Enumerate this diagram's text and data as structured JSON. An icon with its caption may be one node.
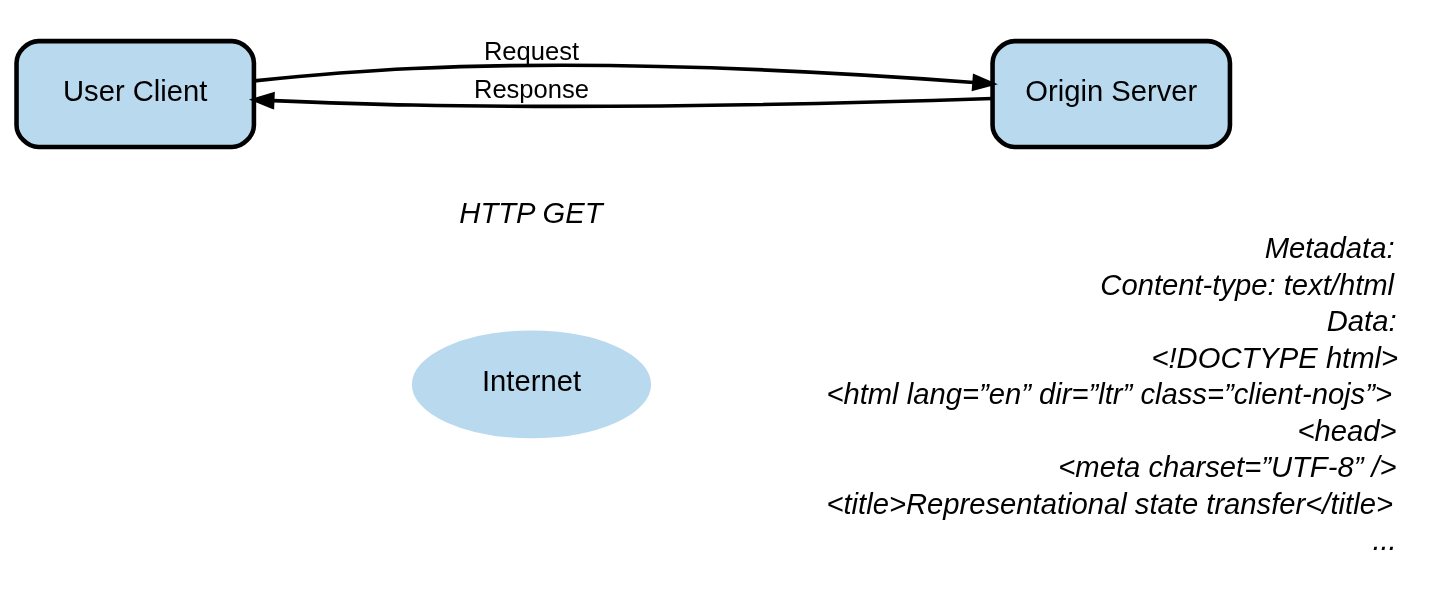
{
  "diagram": {
    "nodes": [
      {
        "text": [
          "User Client"
        ]
      },
      {
        "text": [
          "Internet"
        ]
      },
      {
        "text": [
          "Origin Server"
        ]
      }
    ],
    "edges": [
      {
        "from": 0,
        "to": 2,
        "arrow": "to",
        "label": "Request"
      },
      {
        "from": 2,
        "to": 0,
        "arrow": "to",
        "label": "Response"
      }
    ],
    "labels": [
      "HTTP GET",
      "Metadata:",
      "Content-type: text/html",
      "Data:",
      "<!DOCTYPE html>",
      "<html lang=”en” dir=”ltr” class=”client-nojs”>",
      "<head>",
      "<meta charset=”UTF-8” />",
      "<title>Representational state transfer</title>",
      "..."
    ]
  }
}
